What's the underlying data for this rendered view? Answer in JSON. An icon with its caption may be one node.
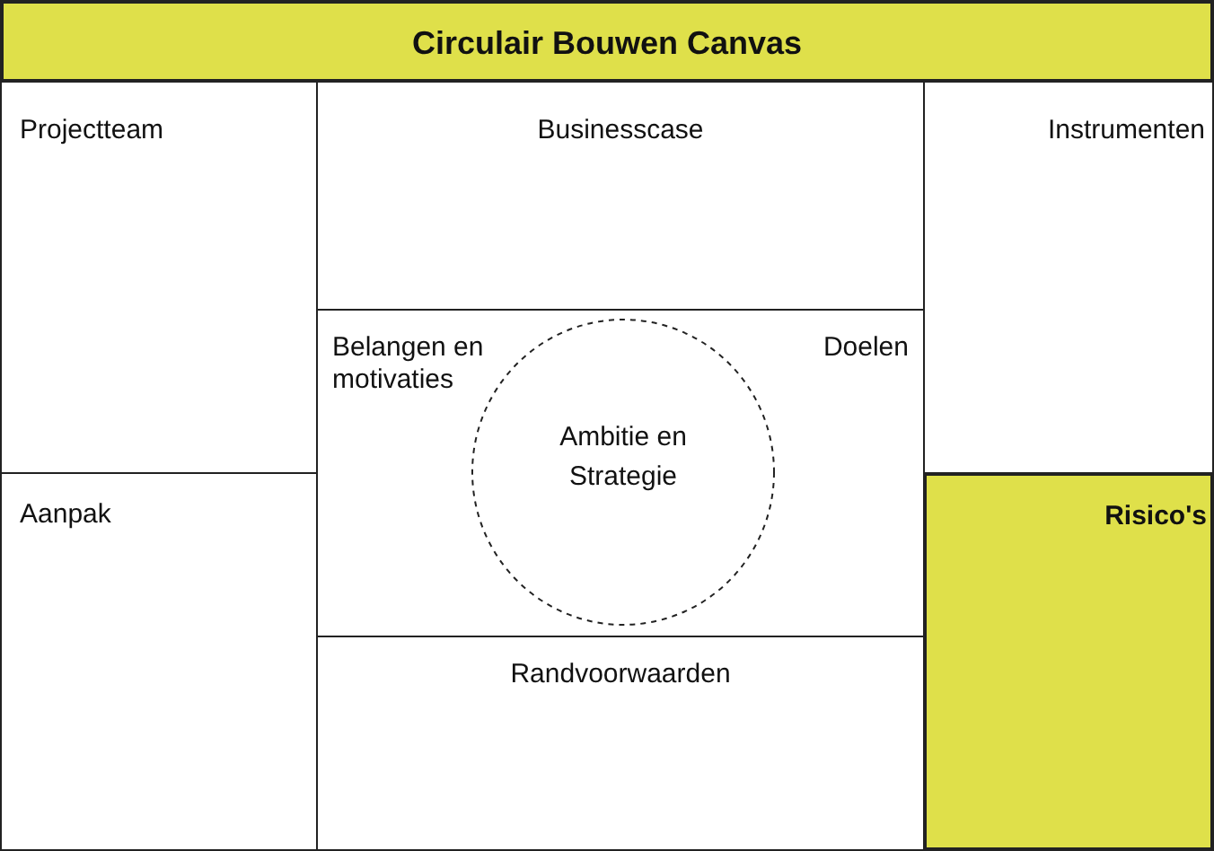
{
  "diagram": {
    "nodes": [
      {
        "text": [
          "Circulair Bouwen Canvas"
        ]
      },
      {
        "text": [
          "Projectteam"
        ]
      },
      {
        "text": [
          "Businesscase"
        ]
      },
      {
        "text": [
          "Instrumenten"
        ]
      },
      {
        "text": [
          "Aanpak"
        ]
      },
      {
        "text": [
          "Belangen en motivaties",
          "Doelen"
        ]
      },
      {
        "text": [
          "Ambitie en Strategie"
        ],
        "in": 5
      },
      {
        "text": [
          "Randvoorwaarden"
        ]
      },
      {
        "text": [
          "Risico's"
        ]
      }
    ]
  }
}
